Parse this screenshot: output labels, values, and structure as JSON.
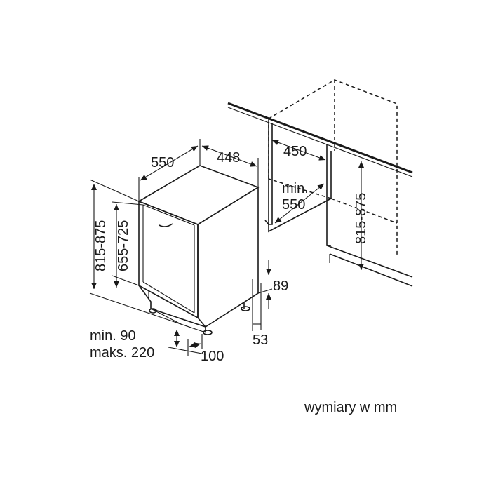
{
  "dimensions": {
    "depth": "550",
    "width": "448",
    "niche_width": "450",
    "niche_depth_line1": "min.",
    "niche_depth_line2": "550",
    "niche_height": "815-875",
    "height": "815-875",
    "door_height": "655-725",
    "plinth_height": "89",
    "foot_height": "53",
    "plinth_line1": "min. 90",
    "plinth_line2": "maks. 220",
    "plinth_depth": "100"
  },
  "footer": {
    "units_note": "wymiary w mm"
  }
}
